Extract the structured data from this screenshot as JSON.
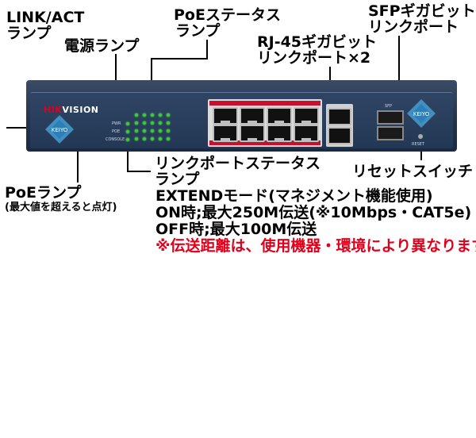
{
  "labels": {
    "link_act_line1": "LINK/ACT",
    "link_act_line2": "ランプ",
    "power": "電源ランプ",
    "poe_status_line1": "PoEステータス",
    "poe_status_line2": "ランプ",
    "rj45_line1": "RJ-45ギガビット",
    "rj45_line2": "リンクポート×2",
    "sfp_line1": "SFPギガビット",
    "sfp_line2": "リンクポート",
    "link_port_status_line1": "リンクポートステータス",
    "link_port_status_line2": "ランプ",
    "reset_switch": "リセットスイッチ",
    "poe_lamp": "PoEランプ",
    "poe_lamp_note": "(最大値を超えると点灯)",
    "extend_mode": "EXTENDモード(マネジメント機能使用)",
    "on_state": "ON時;最大250M伝送(※10Mbps・CAT5e)",
    "off_state": "OFF時;最大100M伝送",
    "note": "※伝送距離は、使用機器・環境により異なります。"
  },
  "device": {
    "brand_hik": "HIK",
    "brand_vision": "VISION",
    "watermark": "KEIYO",
    "led_labels": [
      "PWR",
      "POE",
      "CONSOLE"
    ],
    "sfp_label": "SFP",
    "reset_label": "RESET"
  },
  "colors": {
    "port_accent": "#c8102e",
    "led_green": "#36d12a",
    "note_red": "#e0001b",
    "chassis_blue": "#2f4563"
  }
}
